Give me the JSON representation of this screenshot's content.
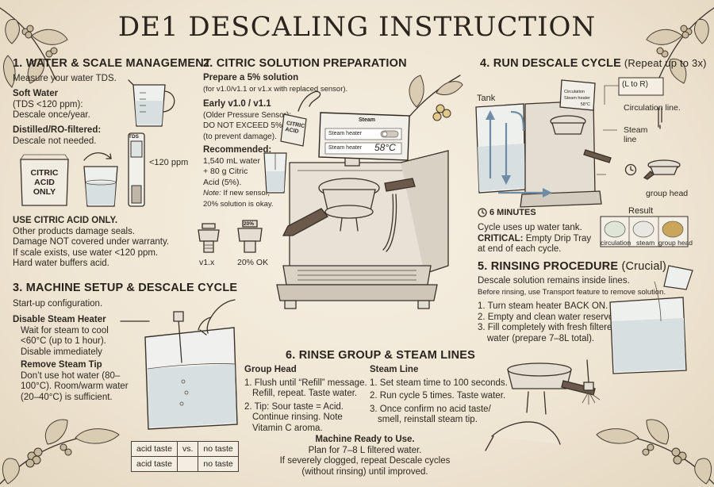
{
  "title": "DE1 DESCALING INSTRUCTION",
  "s1": {
    "heading": "1. WATER & SCALE MANAGEMENT",
    "measure": "Measure your water TDS.",
    "soft_title": "Soft Water",
    "soft_tds": "(TDS <120 ppm):",
    "soft_rule": "Descale once/year.",
    "distilled_title": "Distilled/RO-filtered:",
    "distilled_rule": "Descale not needed.",
    "bag_label": [
      "CITRIC",
      "ACID",
      "ONLY"
    ],
    "meter_label": "TDS",
    "ppm_label": "<120 ppm",
    "use_title": "USE CITRIC ACID ONLY.",
    "notes": [
      "Other products damage seals.",
      "Damage NOT covered under warranty.",
      "If scale exists, use water <120 ppm.",
      "Hard water buffers acid."
    ]
  },
  "s2": {
    "heading": "2. CITRIC SOLUTION PREPARATION",
    "prepare": "Prepare a 5% solution",
    "prepare_note": "(for v1.0/v1.1 or v1.x with replaced sensor).",
    "early_title": "Early v1.0 / v1.1",
    "early_note": "(Older Pressure Sensor):",
    "early_warn": "DO NOT EXCEED 5%",
    "early_warn2": "(to prevent damage).",
    "rec_title": "Recommended:",
    "rec_lines": [
      "1,540 mL water",
      "+ 80 g Citric",
      "Acid (5%)."
    ],
    "note_label": "Note:",
    "note_rest": " If new sensor,",
    "note_line2": "20% solution is okay.",
    "sachet_label": [
      "CITRIC",
      "ACID"
    ],
    "sensor_v1": "v1.x",
    "sensor_20": "20% OK",
    "sensor_20_tag": "20%"
  },
  "machine_screen": {
    "title": "Steam",
    "row1": "Steam heater",
    "row2": "Steam heater",
    "temp": "58°C"
  },
  "s3": {
    "heading": "3. MACHINE SETUP & DESCALE CYCLE",
    "startup": "Start-up configuration.",
    "disable_title": "Disable Steam Heater",
    "disable_lines": [
      "Wait for steam to cool",
      "<60°C (up to 1 hour).",
      "Disable immediately"
    ],
    "remove_title": "Remove Steam Tip",
    "remove_lines": [
      "Don’t use hot water (80–",
      "100°C). Room/warm water",
      "(20–40°C) is sufficient."
    ],
    "table": [
      [
        "acid taste",
        "vs.",
        "no taste"
      ],
      [
        "acid taste",
        "",
        "no taste"
      ]
    ]
  },
  "s4": {
    "heading": "4. RUN DESCALE CYCLE",
    "heading_note": " (Repeat up to 3x)",
    "tank_label": "Tank",
    "lr_label": "(L to R)",
    "circ_label": "Circulation line.",
    "steam_label": [
      "Steam",
      "line"
    ],
    "group_label": "group head",
    "minutes": "6 MINUTES",
    "result_title": "Result",
    "results": [
      "circulation",
      "steam",
      "group head"
    ],
    "mini_screen": [
      "Circulation",
      "Steam heater",
      "58°C"
    ],
    "cycle_text": "Cycle uses up water tank.",
    "critical_label": "CRITICAL:",
    "critical_rest": " Empty Drip Tray",
    "critical_line2": "at end of each cycle."
  },
  "s5": {
    "heading": "5. RINSING PROCEDURE",
    "heading_note": " (Crucial)",
    "intro": "Descale solution remains inside lines.",
    "intro_note": "Before rinsing, use Transport feature to remove solution.",
    "steps": [
      "1. Turn steam heater BACK ON.",
      "2. Empty and clean water reservoir.",
      "3. Fill completely with fresh filtered"
    ],
    "step3_cont": "water (prepare 7–8L total)."
  },
  "s6": {
    "heading": "6. RINSE GROUP & STEAM LINES",
    "group_title": "Group Head",
    "group_steps": [
      "1. Flush until “Refill” message.",
      "Refill, repeat. Taste water.",
      "2. Tip: Sour taste = Acid.",
      "Continue rinsing. Note",
      "Vitamin C aroma."
    ],
    "steam_title": "Steam Line",
    "steam_steps": [
      "1. Set steam time to 100 seconds.",
      "2. Run cycle 5 times. Taste water.",
      "3. Once confirm no acid taste/",
      "smell, reinstall steam tip."
    ],
    "ready_title": "Machine Ready to Use.",
    "ready_lines": [
      "Plan for 7–8 L filtered water.",
      "If severely clogged, repeat Descale cycles",
      "(without rinsing) until improved."
    ]
  },
  "colors": {
    "paper": "#efe6d6",
    "ink": "#2a241d",
    "flow_arrow": "#6e8ca6"
  },
  "icons": [
    "coffee-branch-icon",
    "measuring-jug-icon",
    "tds-meter-icon",
    "clock-icon",
    "hand-icon"
  ]
}
